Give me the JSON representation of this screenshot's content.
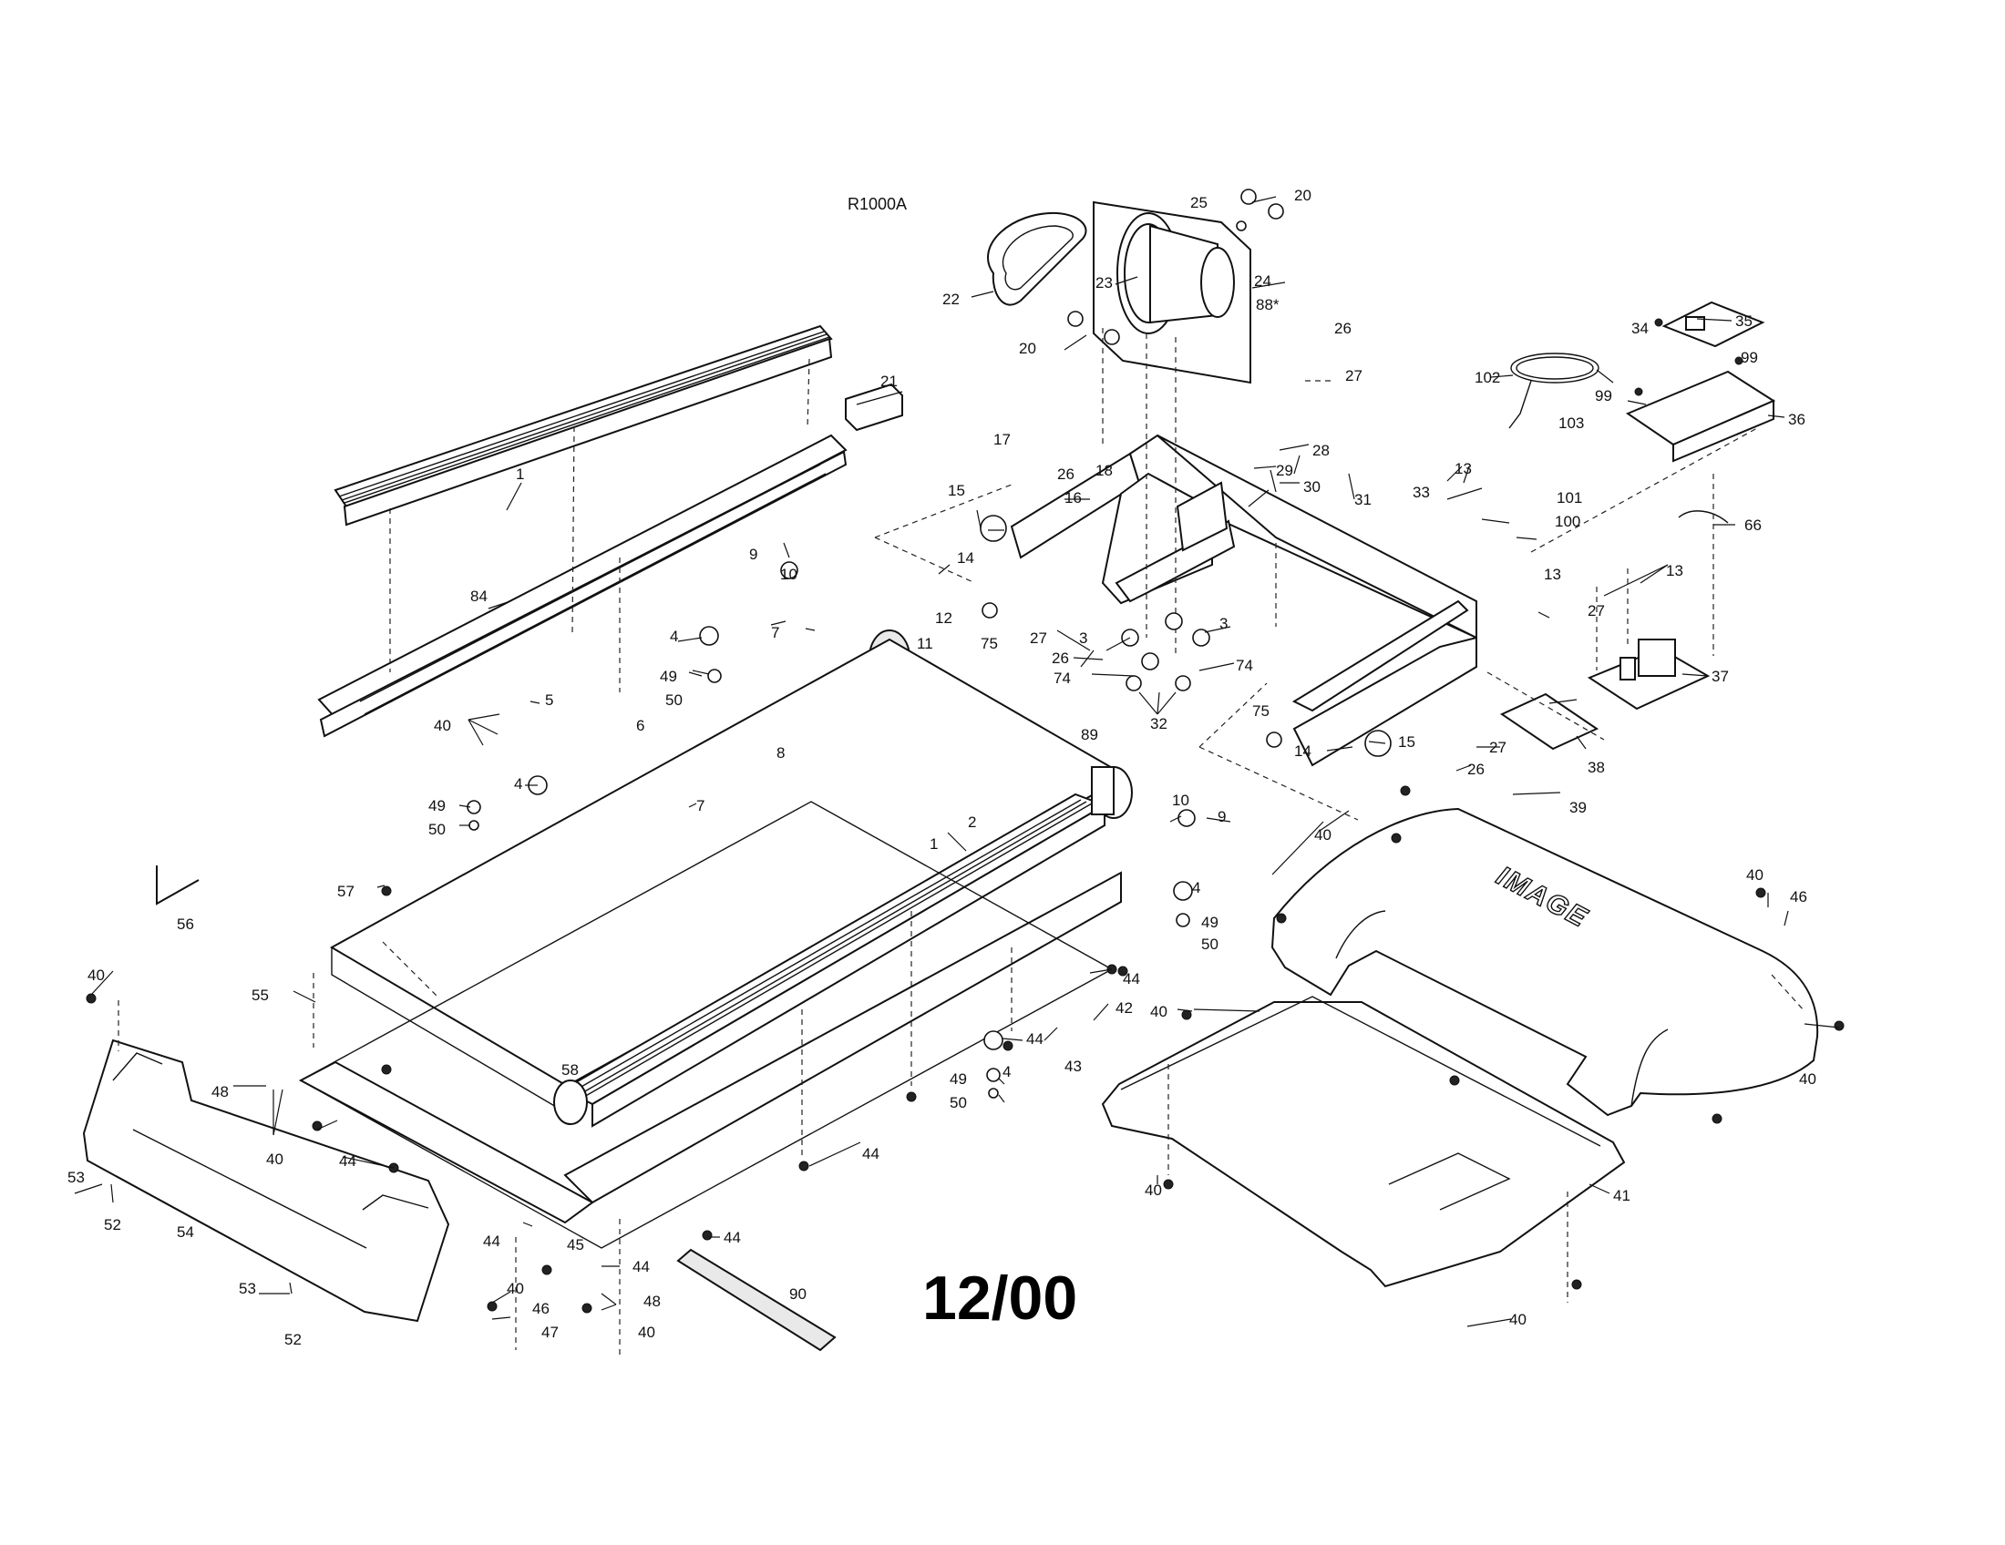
{
  "diagram": {
    "model_ref": "R1000A",
    "date": "12/00",
    "logo_text": "IMAGE",
    "callouts": [
      {
        "id": "1",
        "text": "1"
      },
      {
        "id": "1b",
        "text": "1"
      },
      {
        "id": "2",
        "text": "2"
      },
      {
        "id": "3a",
        "text": "3"
      },
      {
        "id": "3b",
        "text": "3"
      },
      {
        "id": "4a",
        "text": "4"
      },
      {
        "id": "4b",
        "text": "4"
      },
      {
        "id": "4c",
        "text": "4"
      },
      {
        "id": "4d",
        "text": "4"
      },
      {
        "id": "5",
        "text": "5"
      },
      {
        "id": "6",
        "text": "6"
      },
      {
        "id": "7a",
        "text": "7"
      },
      {
        "id": "7b",
        "text": "7"
      },
      {
        "id": "8",
        "text": "8"
      },
      {
        "id": "9a",
        "text": "9"
      },
      {
        "id": "9b",
        "text": "9"
      },
      {
        "id": "10a",
        "text": "10"
      },
      {
        "id": "10b",
        "text": "10"
      },
      {
        "id": "11",
        "text": "11"
      },
      {
        "id": "12",
        "text": "12"
      },
      {
        "id": "13a",
        "text": "13"
      },
      {
        "id": "13b",
        "text": "13"
      },
      {
        "id": "13c",
        "text": "13"
      },
      {
        "id": "14a",
        "text": "14"
      },
      {
        "id": "14b",
        "text": "14"
      },
      {
        "id": "15a",
        "text": "15"
      },
      {
        "id": "15b",
        "text": "15"
      },
      {
        "id": "16",
        "text": "16"
      },
      {
        "id": "17",
        "text": "17"
      },
      {
        "id": "18",
        "text": "18"
      },
      {
        "id": "20a",
        "text": "20"
      },
      {
        "id": "20b",
        "text": "20"
      },
      {
        "id": "21",
        "text": "21"
      },
      {
        "id": "22",
        "text": "22"
      },
      {
        "id": "23",
        "text": "23"
      },
      {
        "id": "24",
        "text": "24"
      },
      {
        "id": "25",
        "text": "25"
      },
      {
        "id": "26a",
        "text": "26"
      },
      {
        "id": "26b",
        "text": "26"
      },
      {
        "id": "26c",
        "text": "26"
      },
      {
        "id": "26d",
        "text": "26"
      },
      {
        "id": "27a",
        "text": "27"
      },
      {
        "id": "27b",
        "text": "27"
      },
      {
        "id": "27c",
        "text": "27"
      },
      {
        "id": "27d",
        "text": "27"
      },
      {
        "id": "28",
        "text": "28"
      },
      {
        "id": "29",
        "text": "29"
      },
      {
        "id": "30",
        "text": "30"
      },
      {
        "id": "31",
        "text": "31"
      },
      {
        "id": "32",
        "text": "32"
      },
      {
        "id": "33",
        "text": "33"
      },
      {
        "id": "34",
        "text": "34"
      },
      {
        "id": "35",
        "text": "35"
      },
      {
        "id": "36",
        "text": "36"
      },
      {
        "id": "37",
        "text": "37"
      },
      {
        "id": "38",
        "text": "38"
      },
      {
        "id": "39",
        "text": "39"
      },
      {
        "id": "40a",
        "text": "40"
      },
      {
        "id": "40b",
        "text": "40"
      },
      {
        "id": "40c",
        "text": "40"
      },
      {
        "id": "40d",
        "text": "40"
      },
      {
        "id": "40e",
        "text": "40"
      },
      {
        "id": "40f",
        "text": "40"
      },
      {
        "id": "40g",
        "text": "40"
      },
      {
        "id": "40h",
        "text": "40"
      },
      {
        "id": "40i",
        "text": "40"
      },
      {
        "id": "40j",
        "text": "40"
      },
      {
        "id": "40k",
        "text": "40"
      },
      {
        "id": "41",
        "text": "41"
      },
      {
        "id": "42",
        "text": "42"
      },
      {
        "id": "43",
        "text": "43"
      },
      {
        "id": "44a",
        "text": "44"
      },
      {
        "id": "44b",
        "text": "44"
      },
      {
        "id": "44c",
        "text": "44"
      },
      {
        "id": "44d",
        "text": "44"
      },
      {
        "id": "44e",
        "text": "44"
      },
      {
        "id": "44f",
        "text": "44"
      },
      {
        "id": "44g",
        "text": "44"
      },
      {
        "id": "45",
        "text": "45"
      },
      {
        "id": "46a",
        "text": "46"
      },
      {
        "id": "46b",
        "text": "46"
      },
      {
        "id": "47",
        "text": "47"
      },
      {
        "id": "48a",
        "text": "48"
      },
      {
        "id": "48b",
        "text": "48"
      },
      {
        "id": "49a",
        "text": "49"
      },
      {
        "id": "49b",
        "text": "49"
      },
      {
        "id": "49c",
        "text": "49"
      },
      {
        "id": "49d",
        "text": "49"
      },
      {
        "id": "50a",
        "text": "50"
      },
      {
        "id": "50b",
        "text": "50"
      },
      {
        "id": "50c",
        "text": "50"
      },
      {
        "id": "50d",
        "text": "50"
      },
      {
        "id": "52a",
        "text": "52"
      },
      {
        "id": "52b",
        "text": "52"
      },
      {
        "id": "53a",
        "text": "53"
      },
      {
        "id": "53b",
        "text": "53"
      },
      {
        "id": "54",
        "text": "54"
      },
      {
        "id": "55",
        "text": "55"
      },
      {
        "id": "56",
        "text": "56"
      },
      {
        "id": "57",
        "text": "57"
      },
      {
        "id": "58",
        "text": "58"
      },
      {
        "id": "66",
        "text": "66"
      },
      {
        "id": "74a",
        "text": "74"
      },
      {
        "id": "74b",
        "text": "74"
      },
      {
        "id": "75a",
        "text": "75"
      },
      {
        "id": "75b",
        "text": "75"
      },
      {
        "id": "84",
        "text": "84"
      },
      {
        "id": "88",
        "text": "88*"
      },
      {
        "id": "89",
        "text": "89"
      },
      {
        "id": "90",
        "text": "90"
      },
      {
        "id": "99a",
        "text": "99"
      },
      {
        "id": "99b",
        "text": "99"
      },
      {
        "id": "100",
        "text": "100"
      },
      {
        "id": "101",
        "text": "101"
      },
      {
        "id": "102",
        "text": "102"
      },
      {
        "id": "103",
        "text": "103"
      }
    ]
  }
}
